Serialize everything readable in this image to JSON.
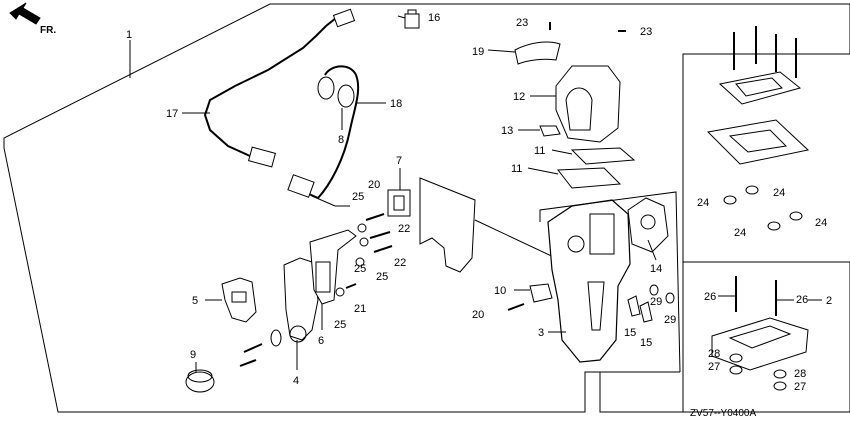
{
  "direction_label": "FR.",
  "drawing_code": "ZV57--Y0400A",
  "callouts": {
    "c1": "1",
    "c2": "2",
    "c3": "3",
    "c4": "4",
    "c5": "5",
    "c6": "6",
    "c7": "7",
    "c8": "8",
    "c9": "9",
    "c10": "10",
    "c11a": "11",
    "c11b": "11",
    "c12": "12",
    "c13": "13",
    "c14": "14",
    "c15a": "15",
    "c15b": "15",
    "c16": "16",
    "c17": "17",
    "c18": "18",
    "c19": "19",
    "c20a": "20",
    "c20b": "20",
    "c21": "21",
    "c22a": "22",
    "c22b": "22",
    "c23a": "23",
    "c23b": "23",
    "c24a": "24",
    "c24b": "24",
    "c24c": "24",
    "c24d": "24",
    "c25a": "25",
    "c25b": "25",
    "c25c": "25",
    "c25d": "25",
    "c26a": "26",
    "c26b": "26",
    "c27a": "27",
    "c27b": "27",
    "c28a": "28",
    "c28b": "28",
    "c29a": "29",
    "c29b": "29"
  }
}
